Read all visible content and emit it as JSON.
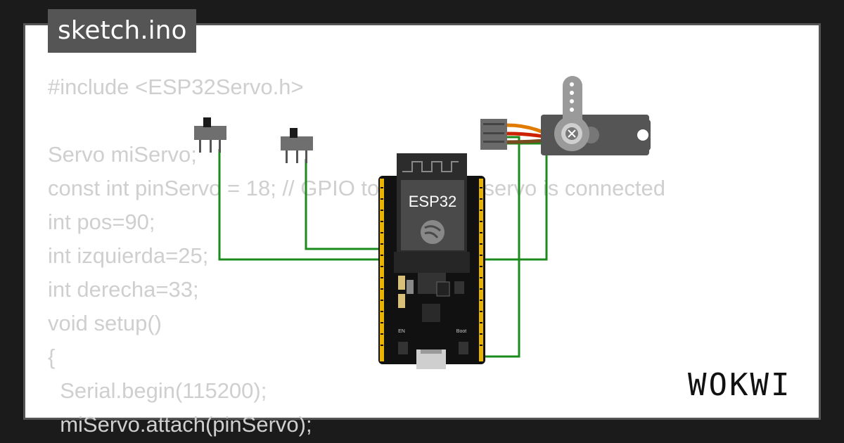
{
  "file_tab": {
    "filename": "sketch.ino"
  },
  "code_lines": [
    "#include <ESP32Servo.h>",
    "",
    "Servo miServo;",
    "const int pinServo = 18; // GPIO to which the servo is connected",
    "int pos=90;",
    "int izquierda=25;",
    "int derecha=33;",
    "void setup()",
    "{",
    "  Serial.begin(115200);",
    "  miServo.attach(pinServo);"
  ],
  "board": {
    "chip_label": "ESP32",
    "en_label": "EN",
    "boot_label": "Boot"
  },
  "brand": {
    "logo_text": "WOKWI"
  },
  "colors": {
    "background": "#1b1b1b",
    "card": "#ffffff",
    "tab": "#555555",
    "code_text": "#cfcfcf",
    "wire": "#1b8c1b",
    "board": "#111111",
    "pin": "#e8b400",
    "servo_body": "#555555",
    "servo_horn": "#9a9a9a"
  }
}
